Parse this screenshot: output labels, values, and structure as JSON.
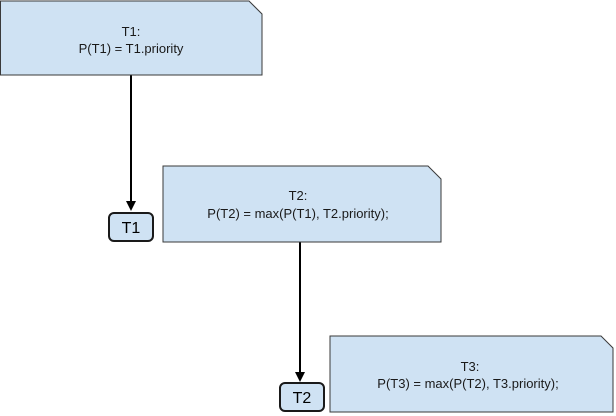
{
  "colors": {
    "note_fill": "#cfe2f3",
    "note_border": "#3a3a3a",
    "task_fill": "#cfe2f3",
    "edge": "#000000"
  },
  "notes": [
    {
      "line1": "T1:",
      "line2": "P(T1) = T1.priority"
    },
    {
      "line1": "T2:",
      "line2": "P(T2) = max(P(T1), T2.priority);"
    },
    {
      "line1": "T3:",
      "line2": "P(T3) = max(P(T2), T3.priority);"
    }
  ],
  "tasks": [
    {
      "label": "T1"
    },
    {
      "label": "T2"
    }
  ]
}
